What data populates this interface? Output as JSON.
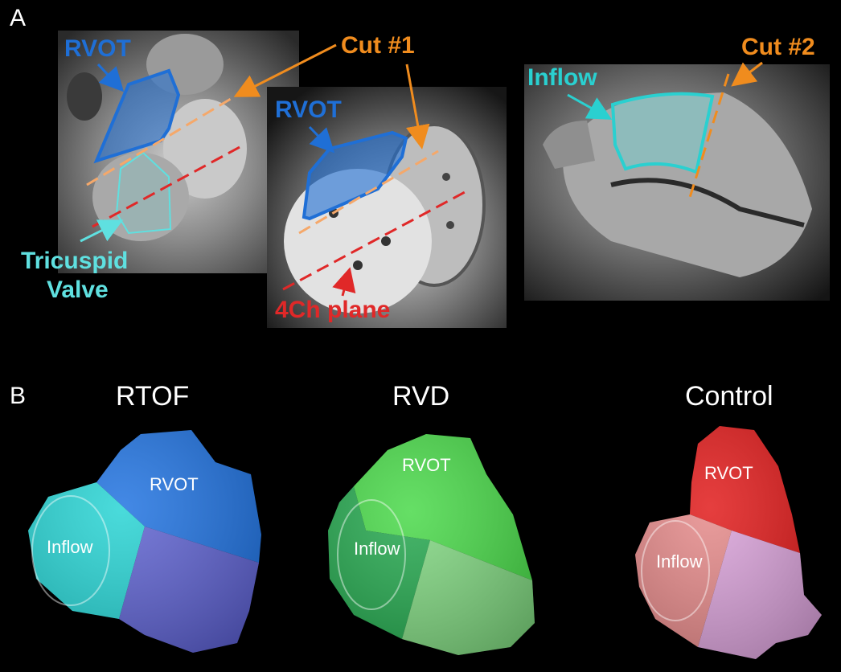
{
  "panel_a": {
    "letter": "A",
    "image1": {
      "rvot_label": "RVOT",
      "tricuspid_label_line1": "Tricuspid",
      "tricuspid_label_line2": "Valve"
    },
    "cut1_label": "Cut #1",
    "image2": {
      "rvot_label": "RVOT",
      "plane_label": "4Ch plane"
    },
    "image3": {
      "inflow_label": "Inflow",
      "cut2_label": "Cut #2"
    }
  },
  "panel_b": {
    "letter": "B",
    "models": [
      {
        "title": "RTOF",
        "rvot_label": "RVOT",
        "inflow_label": "Inflow"
      },
      {
        "title": "RVD",
        "rvot_label": "RVOT",
        "inflow_label": "Inflow"
      },
      {
        "title": "Control",
        "rvot_label": "RVOT",
        "inflow_label": "Inflow"
      }
    ]
  },
  "colors": {
    "rvot_blue": "#1f6fd6",
    "tricuspid_cyan": "#5fe0e0",
    "cut_orange": "#f08c1e",
    "plane_red": "#e02828",
    "inflow_teal": "#2ad0d0",
    "rtof_rvot": "#1a6fe0",
    "rtof_inflow": "#22d3d3",
    "rtof_body": "#5b5fd0",
    "rvd_rvot": "#44d844",
    "rvd_inflow": "#1fa64a",
    "rvd_body": "#7ed67e",
    "control_rvot": "#e01414",
    "control_inflow": "#e58787",
    "control_body": "#d9a0d9"
  }
}
